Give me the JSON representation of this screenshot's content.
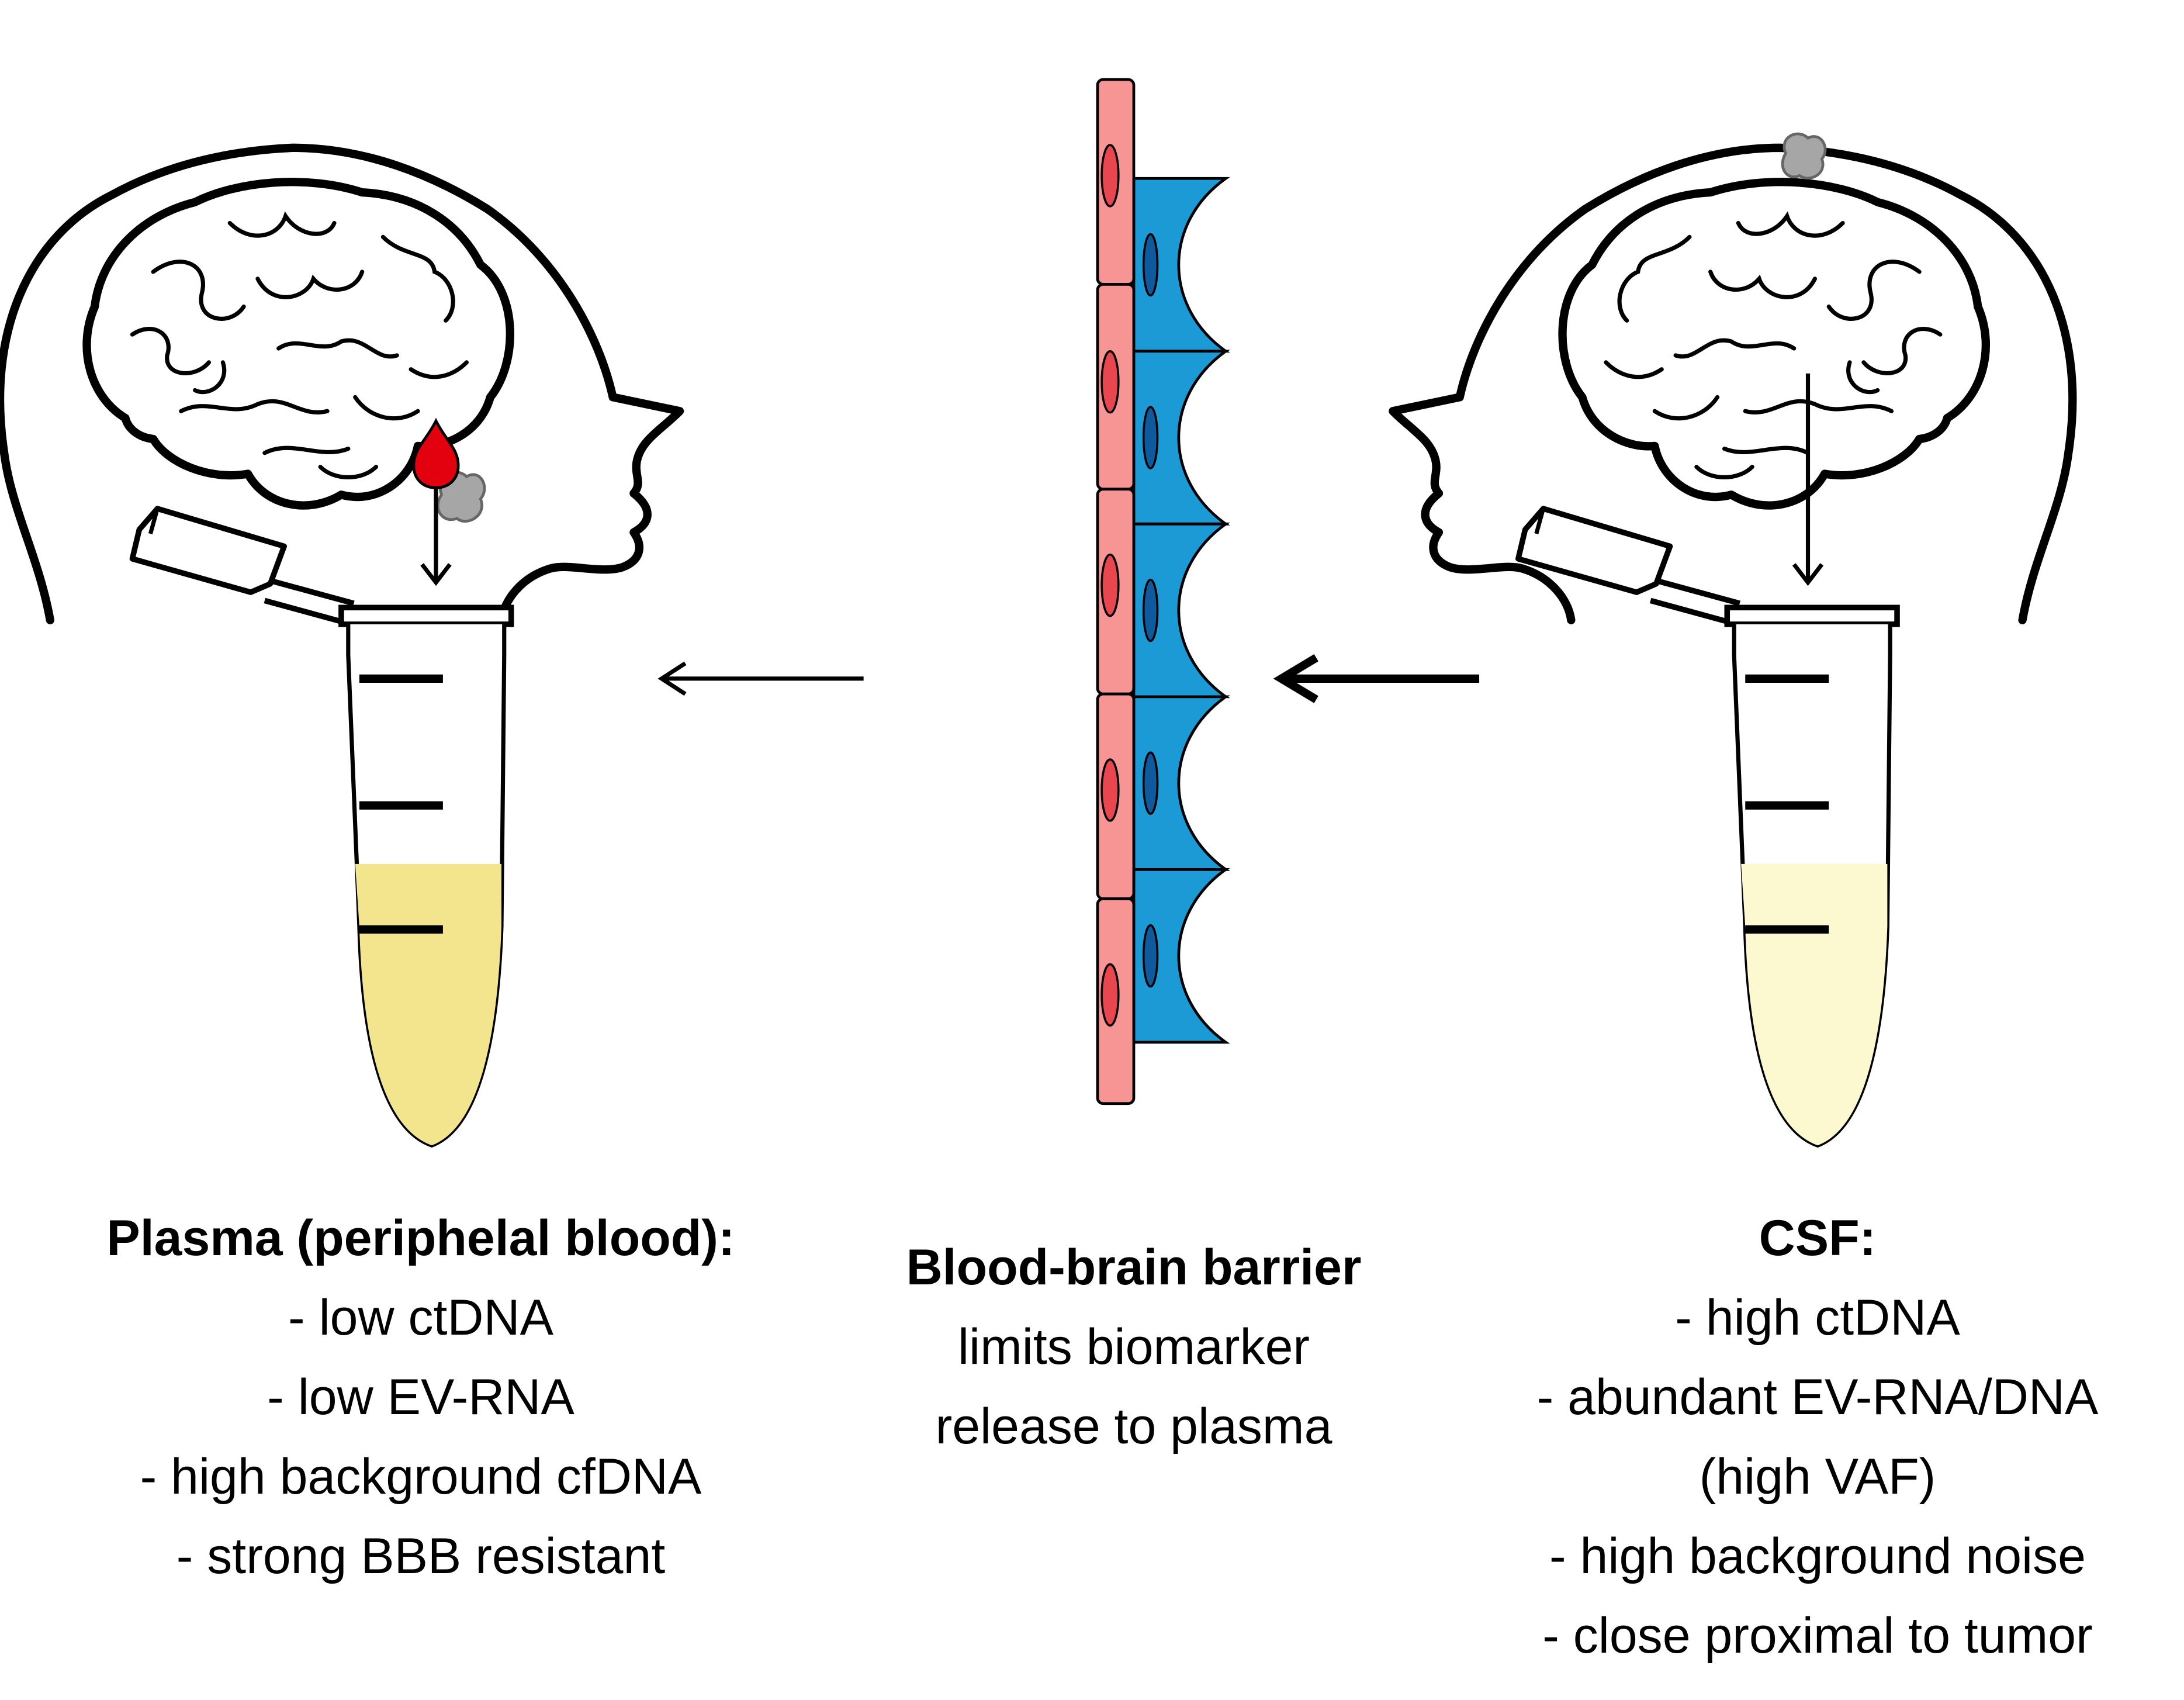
{
  "colors": {
    "blood_drop": "#e3000f",
    "tumor": "#a6a6a6",
    "endothelial_cell": "#f79494",
    "endothelial_nucleus": "#e9474f",
    "astrocyte": "#1c9ad6",
    "astrocyte_nucleus": "#0e5a9c",
    "plasma_fill": "#f2e58e",
    "csf_fill": "#fcf8cf"
  },
  "icons": [
    "head-silhouette-icon",
    "brain-icon",
    "tumor-icon",
    "blood-drop-icon",
    "sample-tube-icon",
    "blood-brain-barrier-icon",
    "arrow-icon"
  ],
  "plasma": {
    "title": "Plasma (periphelal blood):",
    "items": [
      "- low ctDNA",
      "- low EV-RNA",
      "- high background cfDNA",
      "- strong BBB resistant"
    ]
  },
  "barrier": {
    "title": "Blood-brain barrier",
    "lines": [
      "limits biomarker",
      "release to plasma"
    ]
  },
  "csf": {
    "title": "CSF:",
    "items": [
      "- high ctDNA",
      "- abundant EV-RNA/DNA",
      "(high VAF)",
      "- high background noise",
      "- close proximal to tumor"
    ]
  }
}
